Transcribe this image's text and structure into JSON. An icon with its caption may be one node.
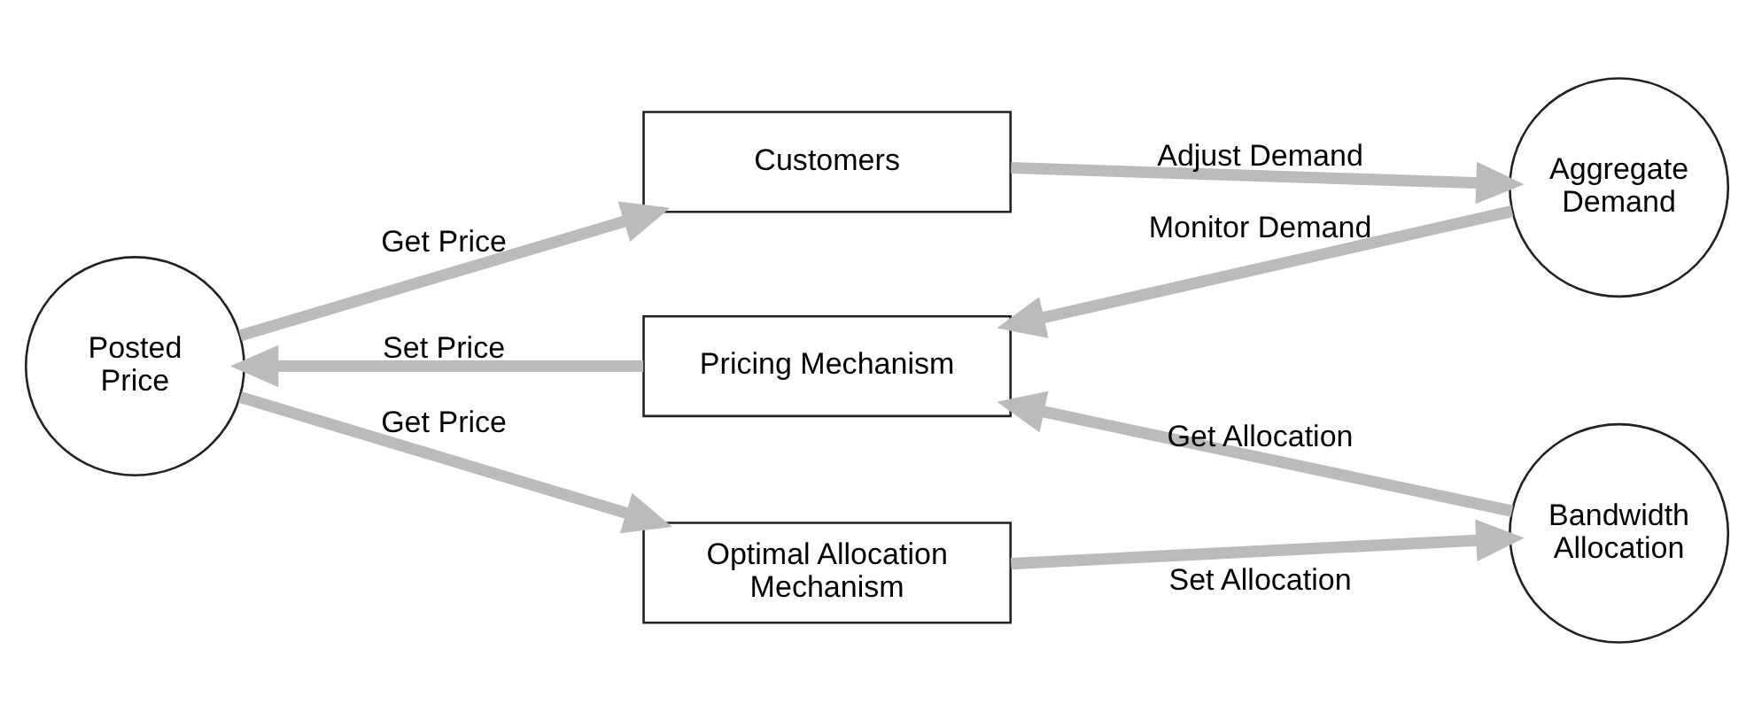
{
  "diagram": {
    "nodes": [
      {
        "text": [
          "Posted Price"
        ]
      },
      {
        "text": [
          "Customers"
        ]
      },
      {
        "text": [
          "Pricing Mechanism"
        ]
      },
      {
        "text": [
          "Optimal Allocation Mechanism"
        ]
      },
      {
        "text": [
          "Aggregate Demand"
        ]
      },
      {
        "text": [
          "Bandwidth Allocation"
        ]
      }
    ],
    "edges": [
      {
        "from": 0,
        "to": 1,
        "arrow": "to",
        "label": "Get Price"
      },
      {
        "from": 1,
        "to": 4,
        "arrow": "to",
        "label": "Adjust Demand"
      },
      {
        "from": 4,
        "to": 2,
        "arrow": "to",
        "label": "Monitor Demand"
      },
      {
        "from": 2,
        "to": 0,
        "arrow": "to",
        "label": "Set Price"
      },
      {
        "from": 0,
        "to": 3,
        "arrow": "to",
        "label": "Get Price"
      },
      {
        "from": 5,
        "to": 2,
        "arrow": "to",
        "label": "Get Allocation"
      },
      {
        "from": 3,
        "to": 5,
        "arrow": "to",
        "label": "Set Allocation"
      }
    ]
  }
}
